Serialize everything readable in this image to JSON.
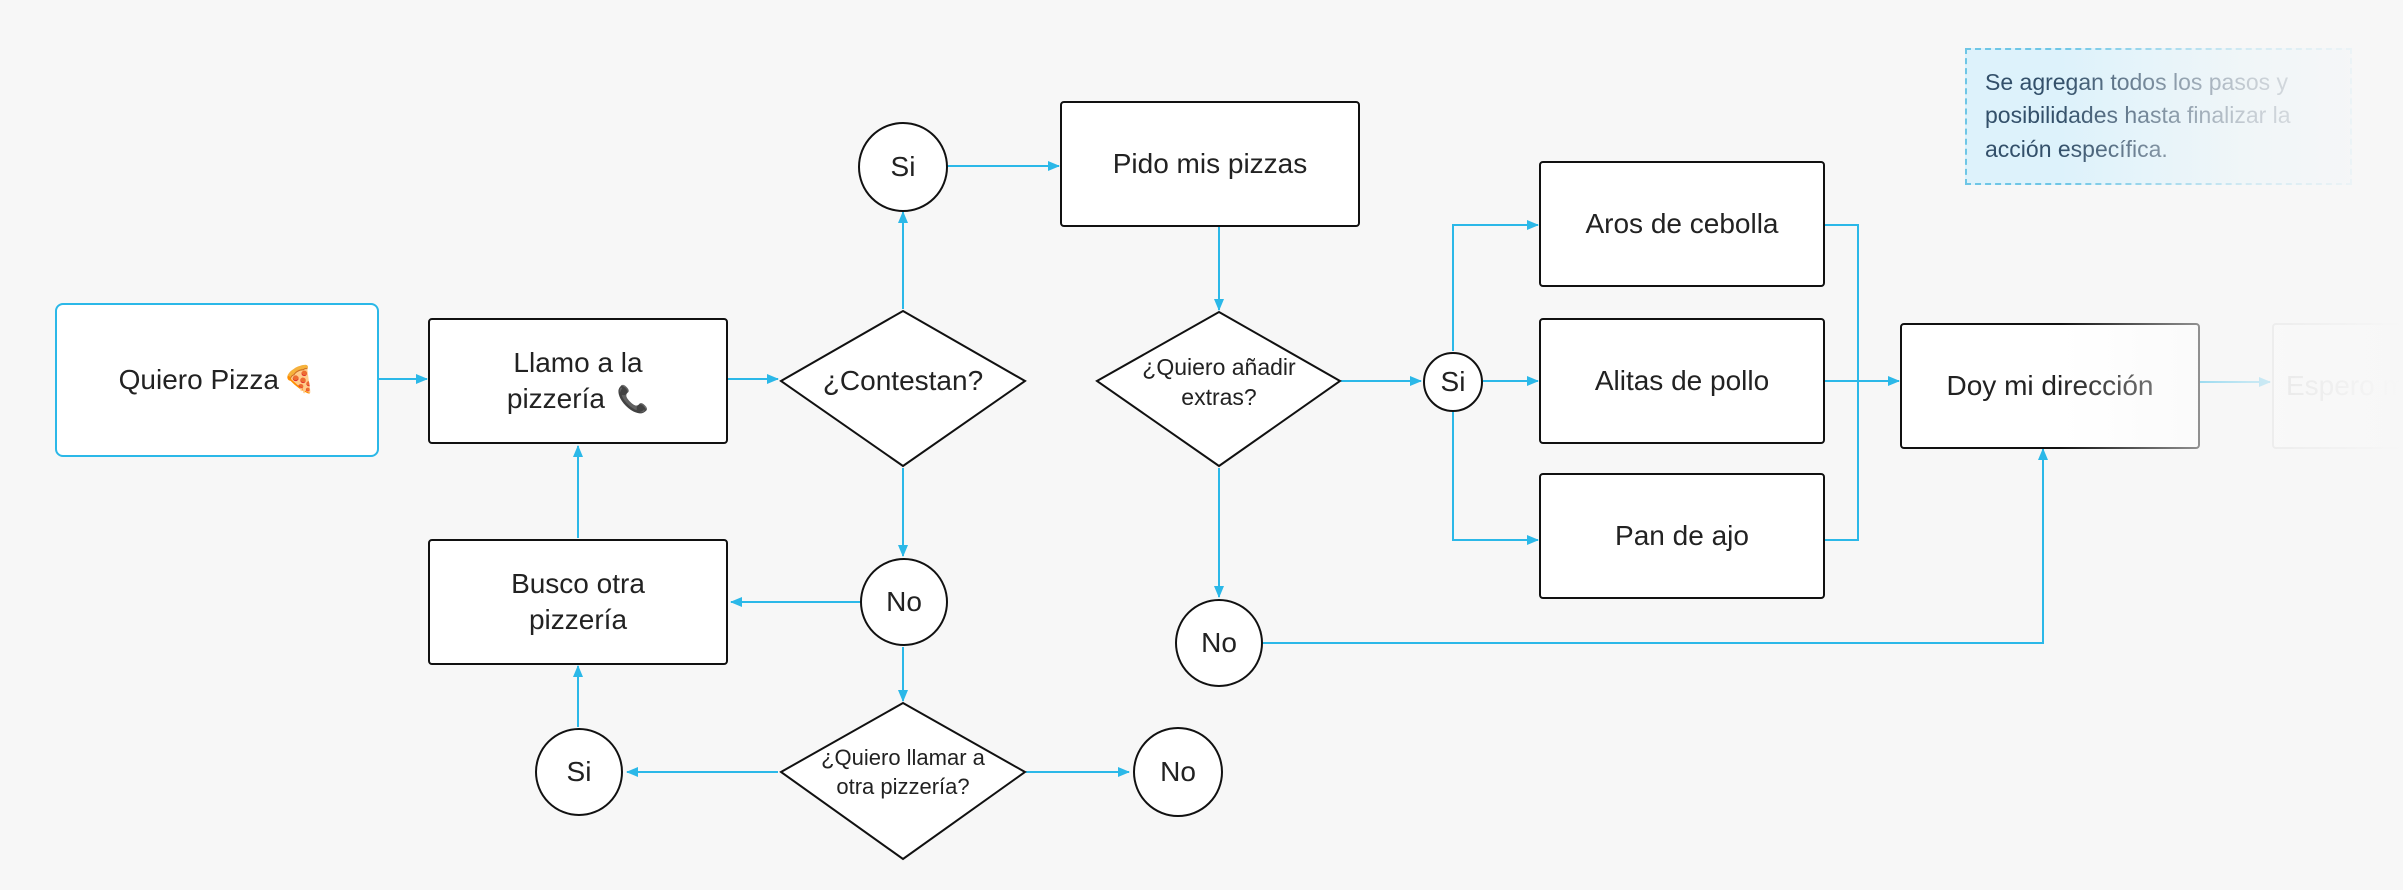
{
  "note": "Se agregan todos los pasos y posibilidades hasta finalizar la acción específica.",
  "nodes": {
    "start": {
      "label": "Quiero Pizza",
      "icon": "🍕"
    },
    "call": {
      "label": "Llamo a la pizzería",
      "icon": "📞"
    },
    "answer": {
      "label": "¿Contestan?"
    },
    "answer_yes": {
      "label": "Si"
    },
    "order": {
      "label": "Pido mis pizzas"
    },
    "extras": {
      "label": "¿Quiero añadir extras?"
    },
    "extras_yes": {
      "label": "Si"
    },
    "onion": {
      "label": "Aros de cebolla"
    },
    "wings": {
      "label": "Alitas de pollo"
    },
    "garlic": {
      "label": "Pan de ajo"
    },
    "address": {
      "label": "Doy mi dirección"
    },
    "wait": {
      "label": "Espero mi pizza"
    },
    "answer_no": {
      "label": "No"
    },
    "other": {
      "label": "Busco otra pizzería"
    },
    "extras_no": {
      "label": "No"
    },
    "callother": {
      "label": "¿Quiero llamar a otra pizzería?"
    },
    "callother_yes": {
      "label": "Si"
    },
    "callother_no": {
      "label": "No"
    }
  },
  "colors": {
    "connector": "#2bb8e8",
    "node_border": "#111111",
    "start_border": "#2bb8e8",
    "note_bg": "#ddf2fb",
    "note_border": "#6ec6e6",
    "background": "#f7f7f7"
  }
}
